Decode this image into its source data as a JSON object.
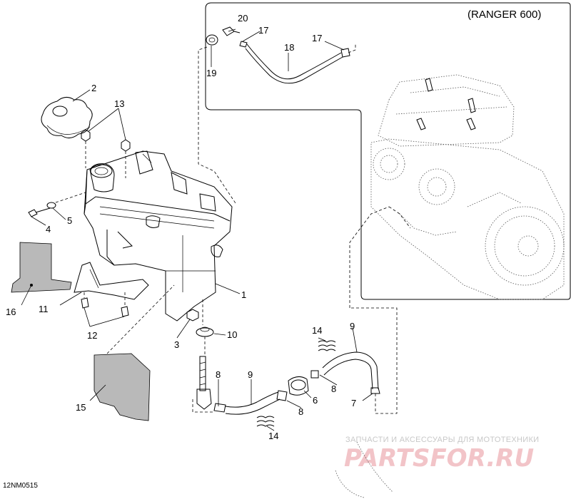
{
  "inset_title": "(RANGER 600)",
  "drawing_code": "12NM0515",
  "watermark": {
    "tagline": "ЗАПЧАСТИ И АКСЕССУАРЫ ДЛЯ МОТОТЕХНИКИ",
    "logo": "PARTSFOR.RU"
  },
  "callouts": {
    "c1": "1",
    "c2": "2",
    "c3": "3",
    "c4": "4",
    "c5": "5",
    "c6": "6",
    "c7": "7",
    "c8a": "8",
    "c8b": "8",
    "c8c": "8",
    "c9a": "9",
    "c9b": "9",
    "c10": "10",
    "c11": "11",
    "c12": "12",
    "c13": "13",
    "c14a": "14",
    "c14b": "14",
    "c15": "15",
    "c16": "16",
    "c17a": "17",
    "c17b": "17",
    "c18": "18",
    "c19": "19",
    "c20": "20"
  }
}
